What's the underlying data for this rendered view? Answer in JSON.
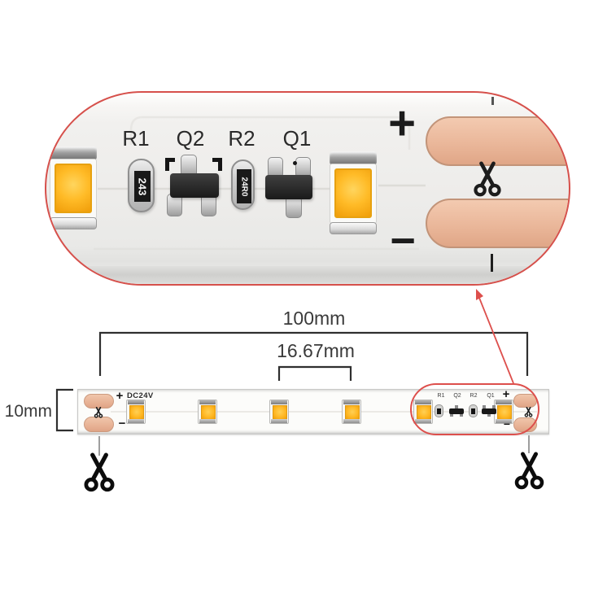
{
  "magnified_view": {
    "component_labels": [
      "R1",
      "Q2",
      "R2",
      "Q1"
    ],
    "r1_marking": "243",
    "r2_marking": "24R0",
    "plus_marking": "+",
    "minus_marking": "−"
  },
  "strip": {
    "plus_marking": "+",
    "voltage_label": "DC24V",
    "minus_marking": "−",
    "component_labels": [
      "R1",
      "Q2",
      "R2",
      "Q1"
    ],
    "led_count": 6
  },
  "dimensions": {
    "total_length": "100mm",
    "led_pitch": "16.67mm",
    "strip_width": "10mm"
  },
  "icons": {
    "cut_mark": "scissors-icon",
    "callout": "magnifier-oval-outline"
  },
  "colors": {
    "callout_red": "#dd4f4c",
    "copper_pad": "#e9b89d",
    "led_amber": "#ffb824",
    "pcb_white": "#f1f0ee",
    "dimension_line": "#2f2f2f"
  }
}
